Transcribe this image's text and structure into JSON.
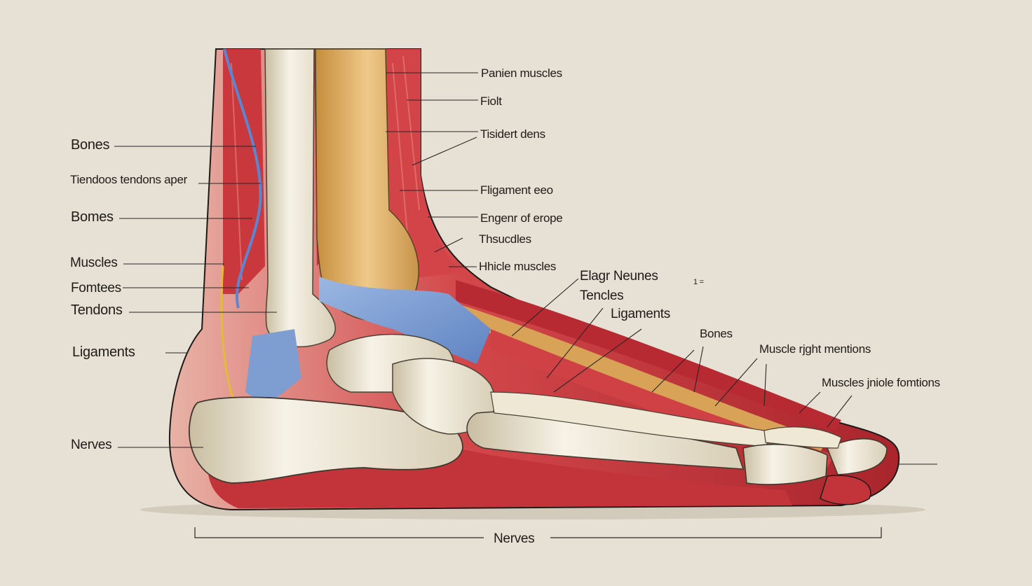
{
  "left_labels": [
    "Bones",
    "Tiendoos tendons aper",
    "Bomes",
    "Muscles",
    "Fomtees",
    "Tendons",
    "Ligaments",
    "Nerves"
  ],
  "right_labels": [
    "Panien muscles",
    "Fiolt",
    "Tisidert dens",
    "Fligament eeo",
    "Engenr of erope",
    "Thsucdles",
    "Hhicle muscles",
    "Elagr Neunes",
    "Tencles",
    "Ligaments",
    "Bones",
    "Muscle rjght mentions",
    "Muscles jniole fomtions"
  ],
  "stray_mark": "1 =",
  "bottom_label": "Nerves",
  "colors": {
    "background": "#e6e0d5",
    "muscle": "#c9363a",
    "bone": "#ece6d4",
    "tendon_gold": "#d9aa5c",
    "ligament_blue": "#7f9fd4",
    "leader_line": "#2a2624"
  }
}
